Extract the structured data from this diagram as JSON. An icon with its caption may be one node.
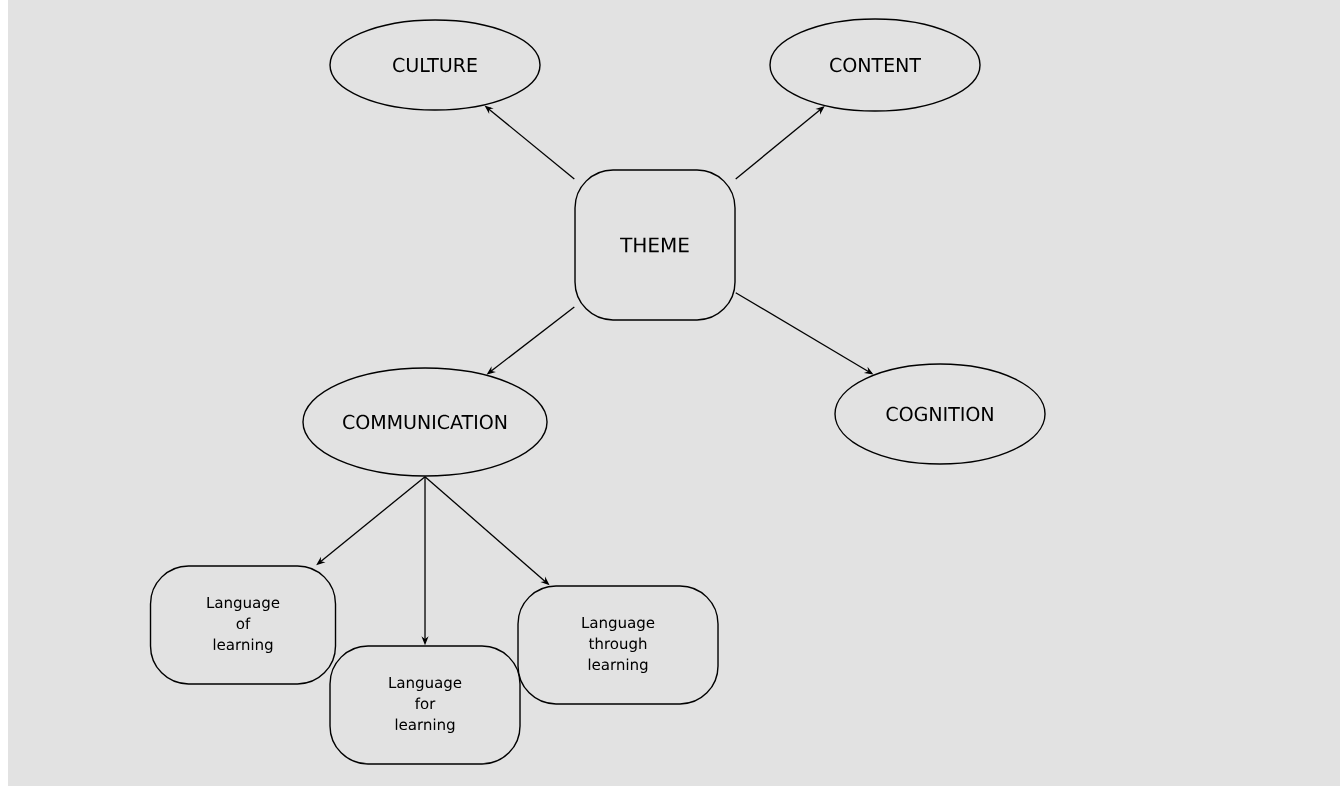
{
  "diagram": {
    "nodes": [
      {
        "text": [
          "THEME"
        ]
      },
      {
        "text": [
          "CULTURE"
        ]
      },
      {
        "text": [
          "CONTENT"
        ]
      },
      {
        "text": [
          "COMMUNICATION"
        ]
      },
      {
        "text": [
          "COGNITION"
        ]
      },
      {
        "text": [
          "Language of learning"
        ]
      },
      {
        "text": [
          "Language for learning"
        ]
      },
      {
        "text": [
          "Language through learning"
        ]
      }
    ],
    "edges": [
      {
        "from": 0,
        "to": 1,
        "arrow": "to"
      },
      {
        "from": 0,
        "to": 2,
        "arrow": "to"
      },
      {
        "from": 0,
        "to": 3,
        "arrow": "to"
      },
      {
        "from": 0,
        "to": 4,
        "arrow": "to"
      },
      {
        "from": 3,
        "to": 5,
        "arrow": "to"
      },
      {
        "from": 3,
        "to": 6,
        "arrow": "to"
      },
      {
        "from": 3,
        "to": 7,
        "arrow": "to"
      }
    ]
  }
}
